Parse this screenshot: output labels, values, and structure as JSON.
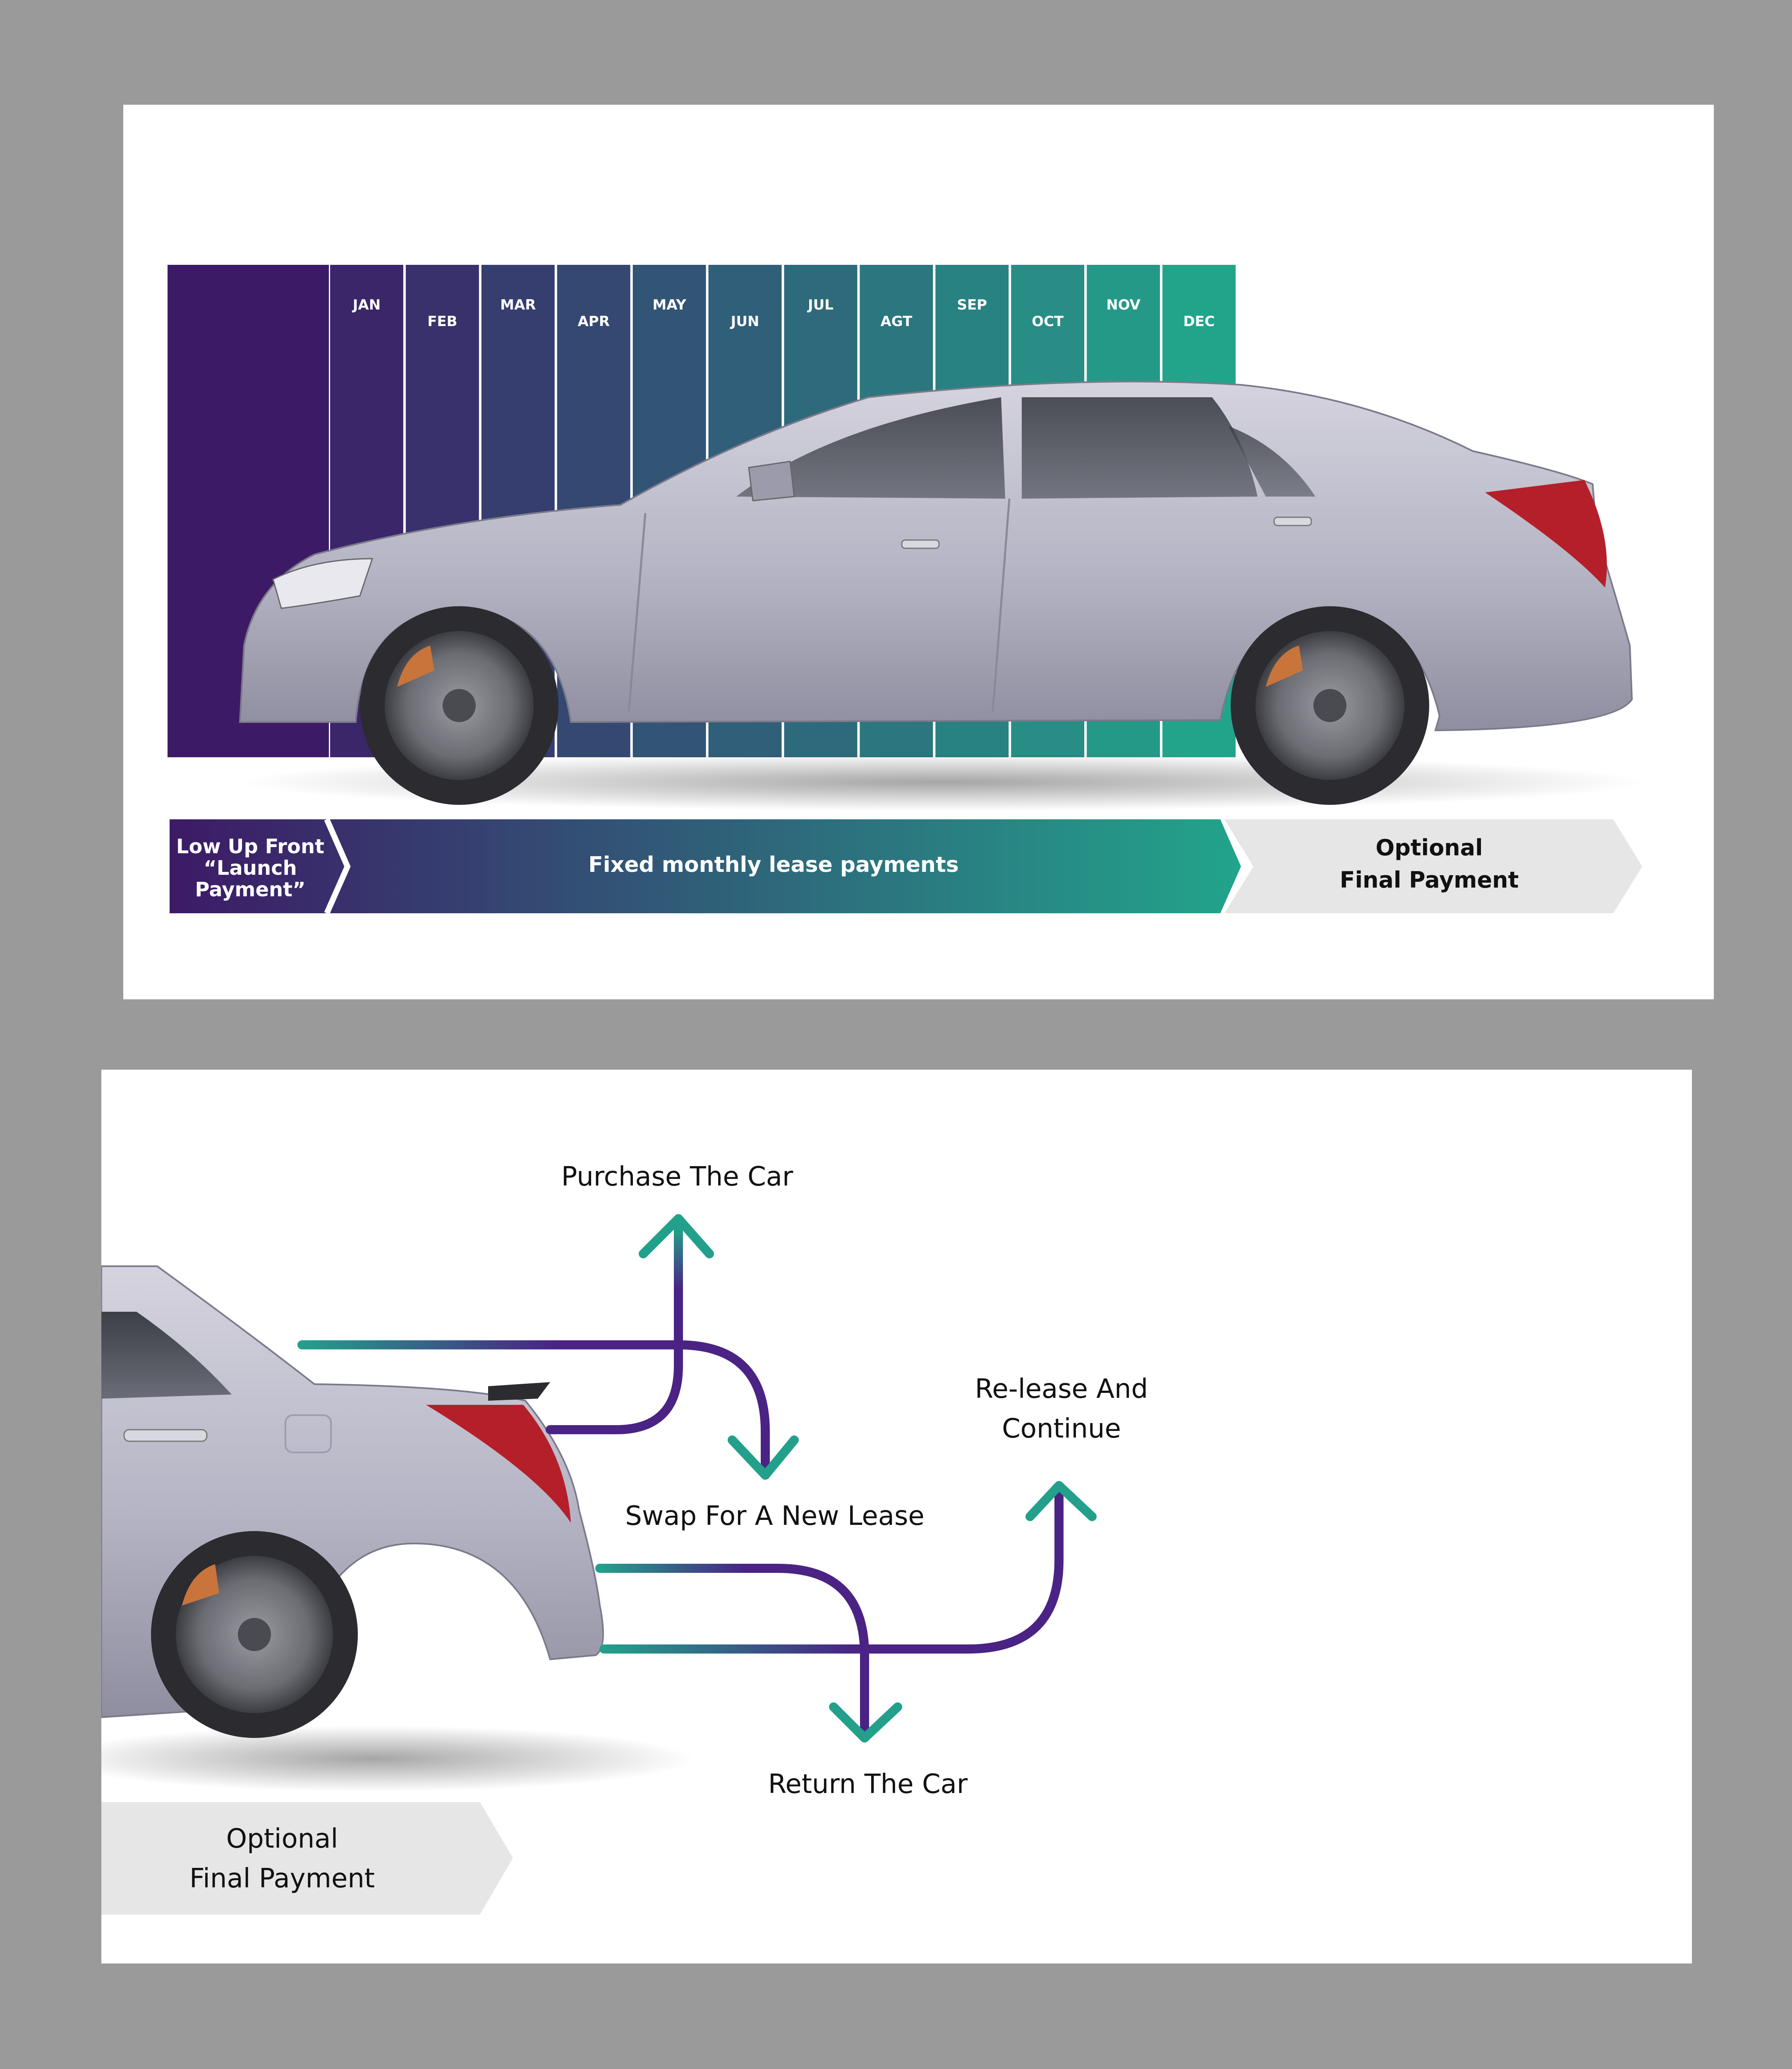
{
  "top_panel": {
    "months": [
      "JAN",
      "FEB",
      "MAR",
      "APR",
      "MAY",
      "JUN",
      "JUL",
      "AGT",
      "SEP",
      "OCT",
      "NOV",
      "DEC"
    ],
    "stages": [
      {
        "lines": [
          "Low Up Front",
          "“Launch",
          "Payment”"
        ]
      },
      {
        "lines": [
          "Fixed monthly lease payments"
        ]
      },
      {
        "lines": [
          "Optional",
          "Final Payment"
        ]
      }
    ],
    "colors": {
      "gradient_start": "#3d1a66",
      "gradient_end": "#22a48b",
      "neutral_chevron": "#e6e6e6"
    }
  },
  "bottom_panel": {
    "stage": {
      "lines": [
        "Optional",
        "Final Payment"
      ]
    },
    "outcomes": [
      {
        "name": "purchase",
        "lines": [
          "Purchase The Car"
        ]
      },
      {
        "name": "swap",
        "lines": [
          "Swap For A New Lease"
        ]
      },
      {
        "name": "release",
        "lines": [
          "Re-lease And",
          "Continue"
        ]
      },
      {
        "name": "return",
        "lines": [
          "Return The Car"
        ]
      }
    ],
    "colors": {
      "arrow_start": "#23a08b",
      "arrow_end": "#4a2384",
      "car_body": "#b9b8c8"
    }
  }
}
